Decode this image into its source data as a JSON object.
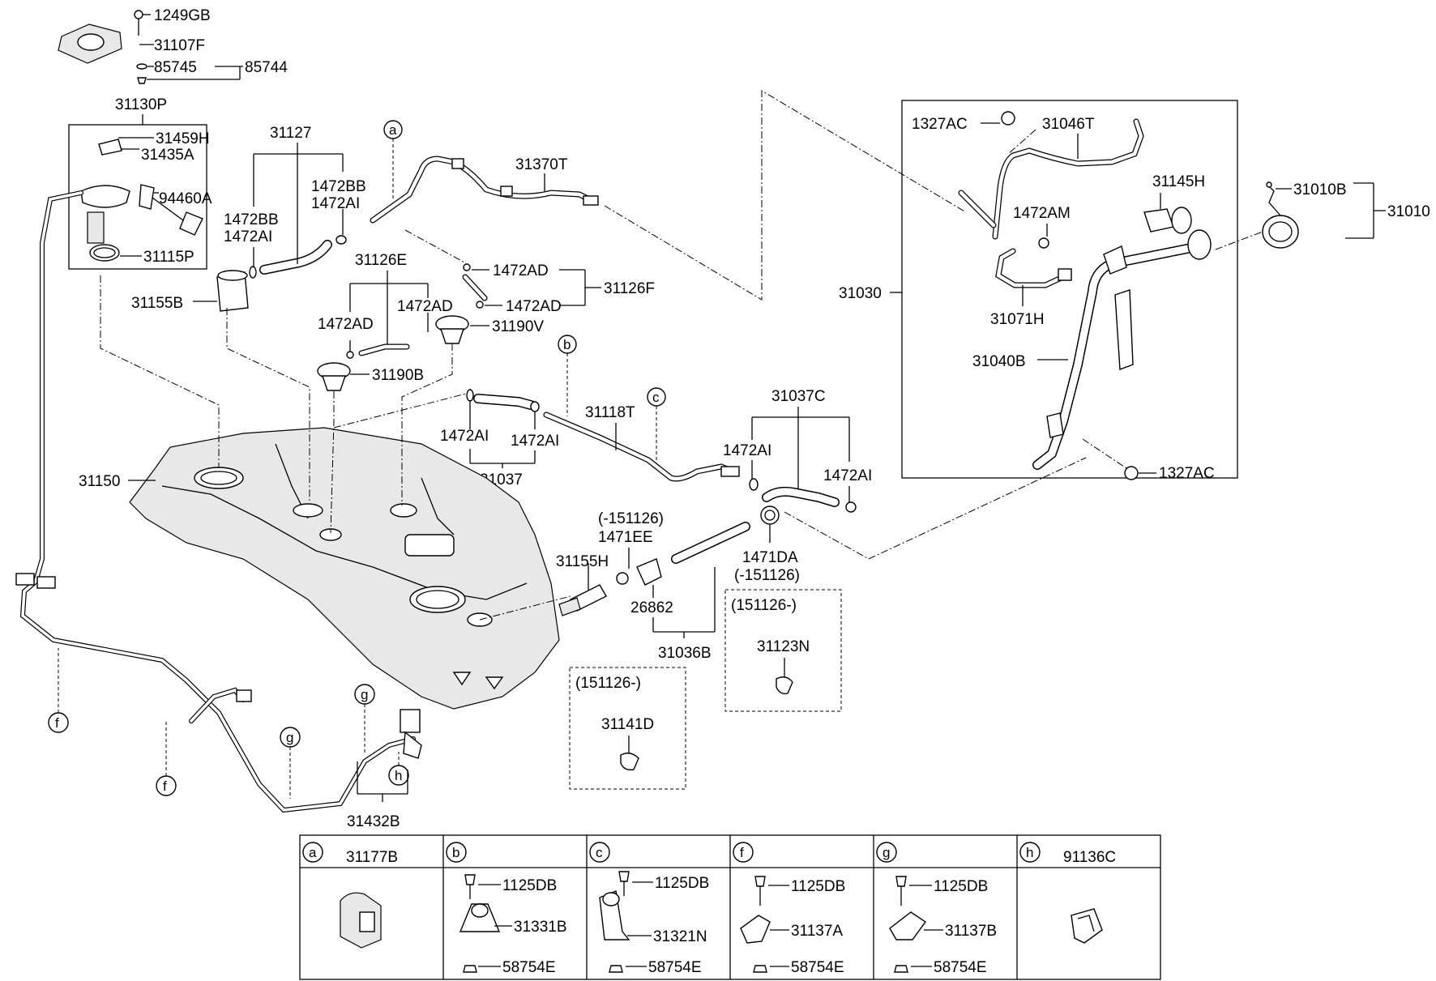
{
  "labels": {
    "p1249GB": "1249GB",
    "p31107F": "31107F",
    "p85745": "85745",
    "p85744": "85744",
    "p31130P": "31130P",
    "p31459H": "31459H",
    "p31435A": "31435A",
    "p94460A": "94460A",
    "p31115P": "31115P",
    "p31155B": "31155B",
    "p31127": "31127",
    "p1472BB_a": "1472BB",
    "p1472AI_a": "1472AI",
    "p1472BB_b": "1472BB",
    "p1472AI_b": "1472AI",
    "p31370T": "31370T",
    "p31126E": "31126E",
    "p1472AD_1": "1472AD",
    "p1472AD_2": "1472AD",
    "p1472AD_3": "1472AD",
    "p1472AD_4": "1472AD",
    "p31126F": "31126F",
    "p31190V": "31190V",
    "p31190B": "31190B",
    "p31118T": "31118T",
    "p1472AI_c": "1472AI",
    "p1472AI_d": "1472AI",
    "p31037": "31037",
    "p31037C": "31037C",
    "p1472AI_e": "1472AI",
    "p1472AI_f": "1472AI",
    "p31150": "31150",
    "p151126_a": "(-151126)",
    "p1471EE": "1471EE",
    "p31155H": "31155H",
    "p26862": "26862",
    "p31036B": "31036B",
    "p1471DA": "1471DA",
    "p151126_b": "(-151126)",
    "p151126_c": "(151126-)",
    "p31123N": "31123N",
    "p151126_d": "(151126-)",
    "p31141D": "31141D",
    "p31432B": "31432B",
    "p1327AC_a": "1327AC",
    "p31046T": "31046T",
    "p31145H": "31145H",
    "p1472AM": "1472AM",
    "p31030": "31030",
    "p31071H": "31071H",
    "p31040B": "31040B",
    "p1327AC_b": "1327AC",
    "p31010B": "31010B",
    "p31010": "31010"
  },
  "callouts": {
    "a1": "a",
    "b1": "b",
    "c1": "c",
    "f1": "f",
    "f2": "f",
    "g1": "g",
    "g2": "g",
    "h1": "h"
  },
  "legend": {
    "cells": [
      {
        "letter": "a",
        "part": "31177B"
      },
      {
        "letter": "b",
        "part": "",
        "p1": "1125DB",
        "p2": "31331B",
        "p3": "58754E"
      },
      {
        "letter": "c",
        "part": "",
        "p1": "1125DB",
        "p2": "31321N",
        "p3": "58754E"
      },
      {
        "letter": "f",
        "part": "",
        "p1": "1125DB",
        "p2": "31137A",
        "p3": "58754E"
      },
      {
        "letter": "g",
        "part": "",
        "p1": "1125DB",
        "p2": "31137B",
        "p3": "58754E"
      },
      {
        "letter": "h",
        "part": "91136C"
      }
    ]
  }
}
